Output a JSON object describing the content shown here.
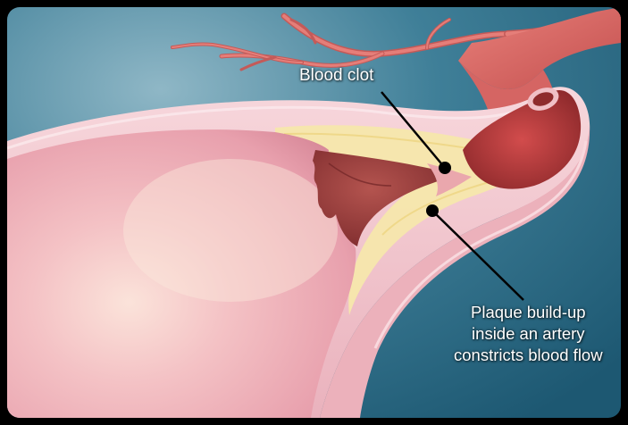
{
  "labels": {
    "blood_clot": "Blood clot",
    "plaque": {
      "lines": [
        "Plaque build-up",
        "inside an artery",
        "constricts blood flow"
      ]
    }
  },
  "colors": {
    "background": "#2e6e8a",
    "vessel_wall": "#f1c4cc",
    "lumen": "#e79aa8",
    "plaque": "#f6e6a6",
    "clot": "#9c3a3a",
    "annotation": "#000000"
  }
}
